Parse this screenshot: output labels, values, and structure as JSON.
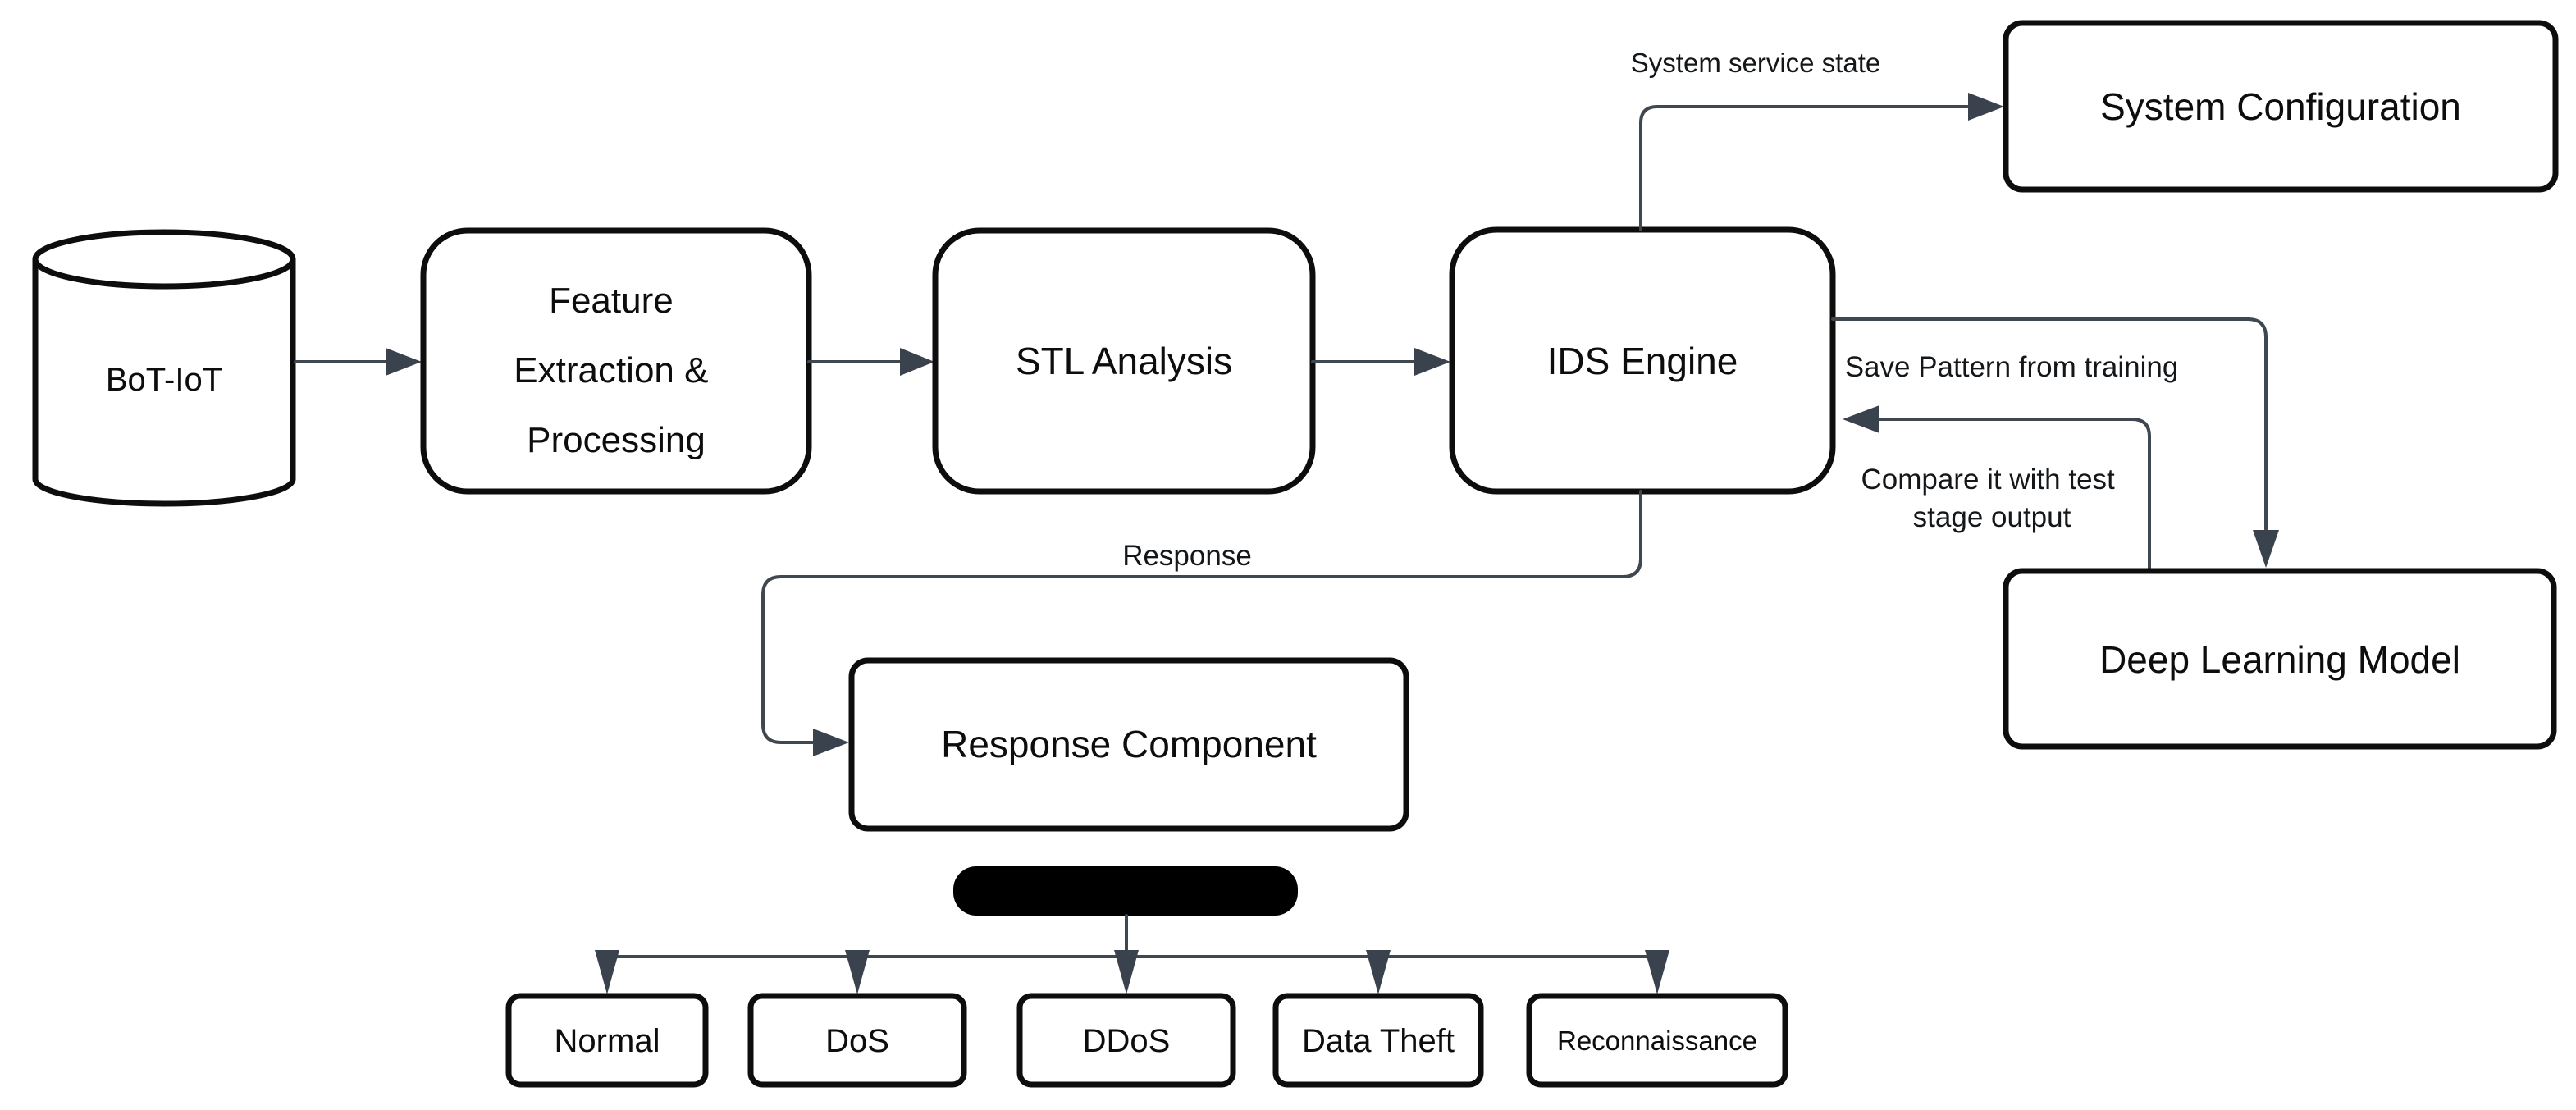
{
  "diagram": {
    "title": "IDS architecture flow diagram",
    "colors": {
      "background": "#ffffff",
      "connector": "#3f4750",
      "arrowhead": "#3a434d",
      "box_border": "#0d0d0e",
      "box_fill": "#ffffff",
      "text": "#0d0d0e",
      "solid_bar": "#000000"
    },
    "nodes": {
      "dataset": {
        "label": "BoT-IoT",
        "shape": "cylinder"
      },
      "feature_extraction": {
        "lines": [
          "Feature",
          "Extraction &",
          "Processing"
        ],
        "shape": "rounded-rect"
      },
      "stl_analysis": {
        "label": "STL Analysis",
        "shape": "rounded-rect"
      },
      "ids_engine": {
        "label": "IDS Engine",
        "shape": "rounded-rect"
      },
      "system_configuration": {
        "label": "System Configuration",
        "shape": "rounded-rect"
      },
      "deep_learning_model": {
        "label": "Deep Learning Model",
        "shape": "rounded-rect"
      },
      "response_component": {
        "label": "Response Component",
        "shape": "rounded-rect"
      },
      "classifier_bar": {
        "label": "",
        "shape": "solid-black-rounded-bar"
      }
    },
    "edge_labels": {
      "system_service_state": "System service state",
      "save_pattern": "Save Pattern from training",
      "compare_line_1": "Compare it with test",
      "compare_line_2": "stage output",
      "response": "Response"
    },
    "classification_outputs": [
      {
        "label": "Normal"
      },
      {
        "label": "DoS"
      },
      {
        "label": "DDoS"
      },
      {
        "label": "Data Theft"
      },
      {
        "label": "Reconnaissance"
      }
    ]
  }
}
